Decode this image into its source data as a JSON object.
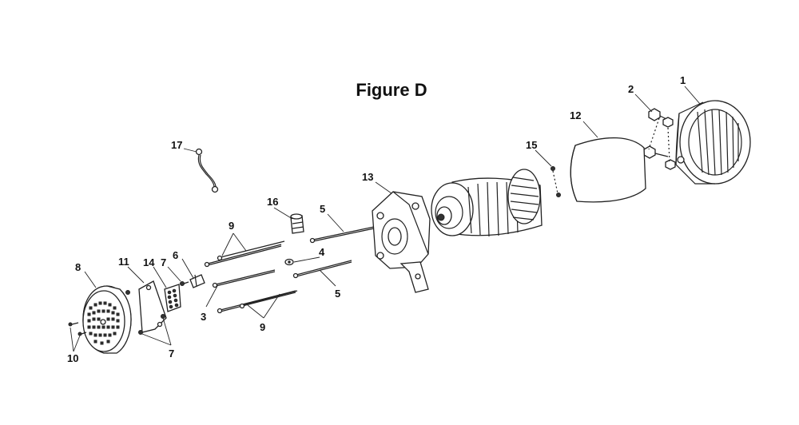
{
  "figure": {
    "title": "Figure D"
  },
  "callouts": {
    "c1": "1",
    "c2": "2",
    "c3": "3",
    "c4": "4",
    "c5a": "5",
    "c5b": "5",
    "c6": "6",
    "c7a": "7",
    "c7b": "7",
    "c8": "8",
    "c9a": "9",
    "c9b": "9",
    "c10": "10",
    "c11": "11",
    "c12": "12",
    "c13": "13",
    "c14": "14",
    "c15": "15",
    "c16": "16",
    "c17": "17"
  }
}
